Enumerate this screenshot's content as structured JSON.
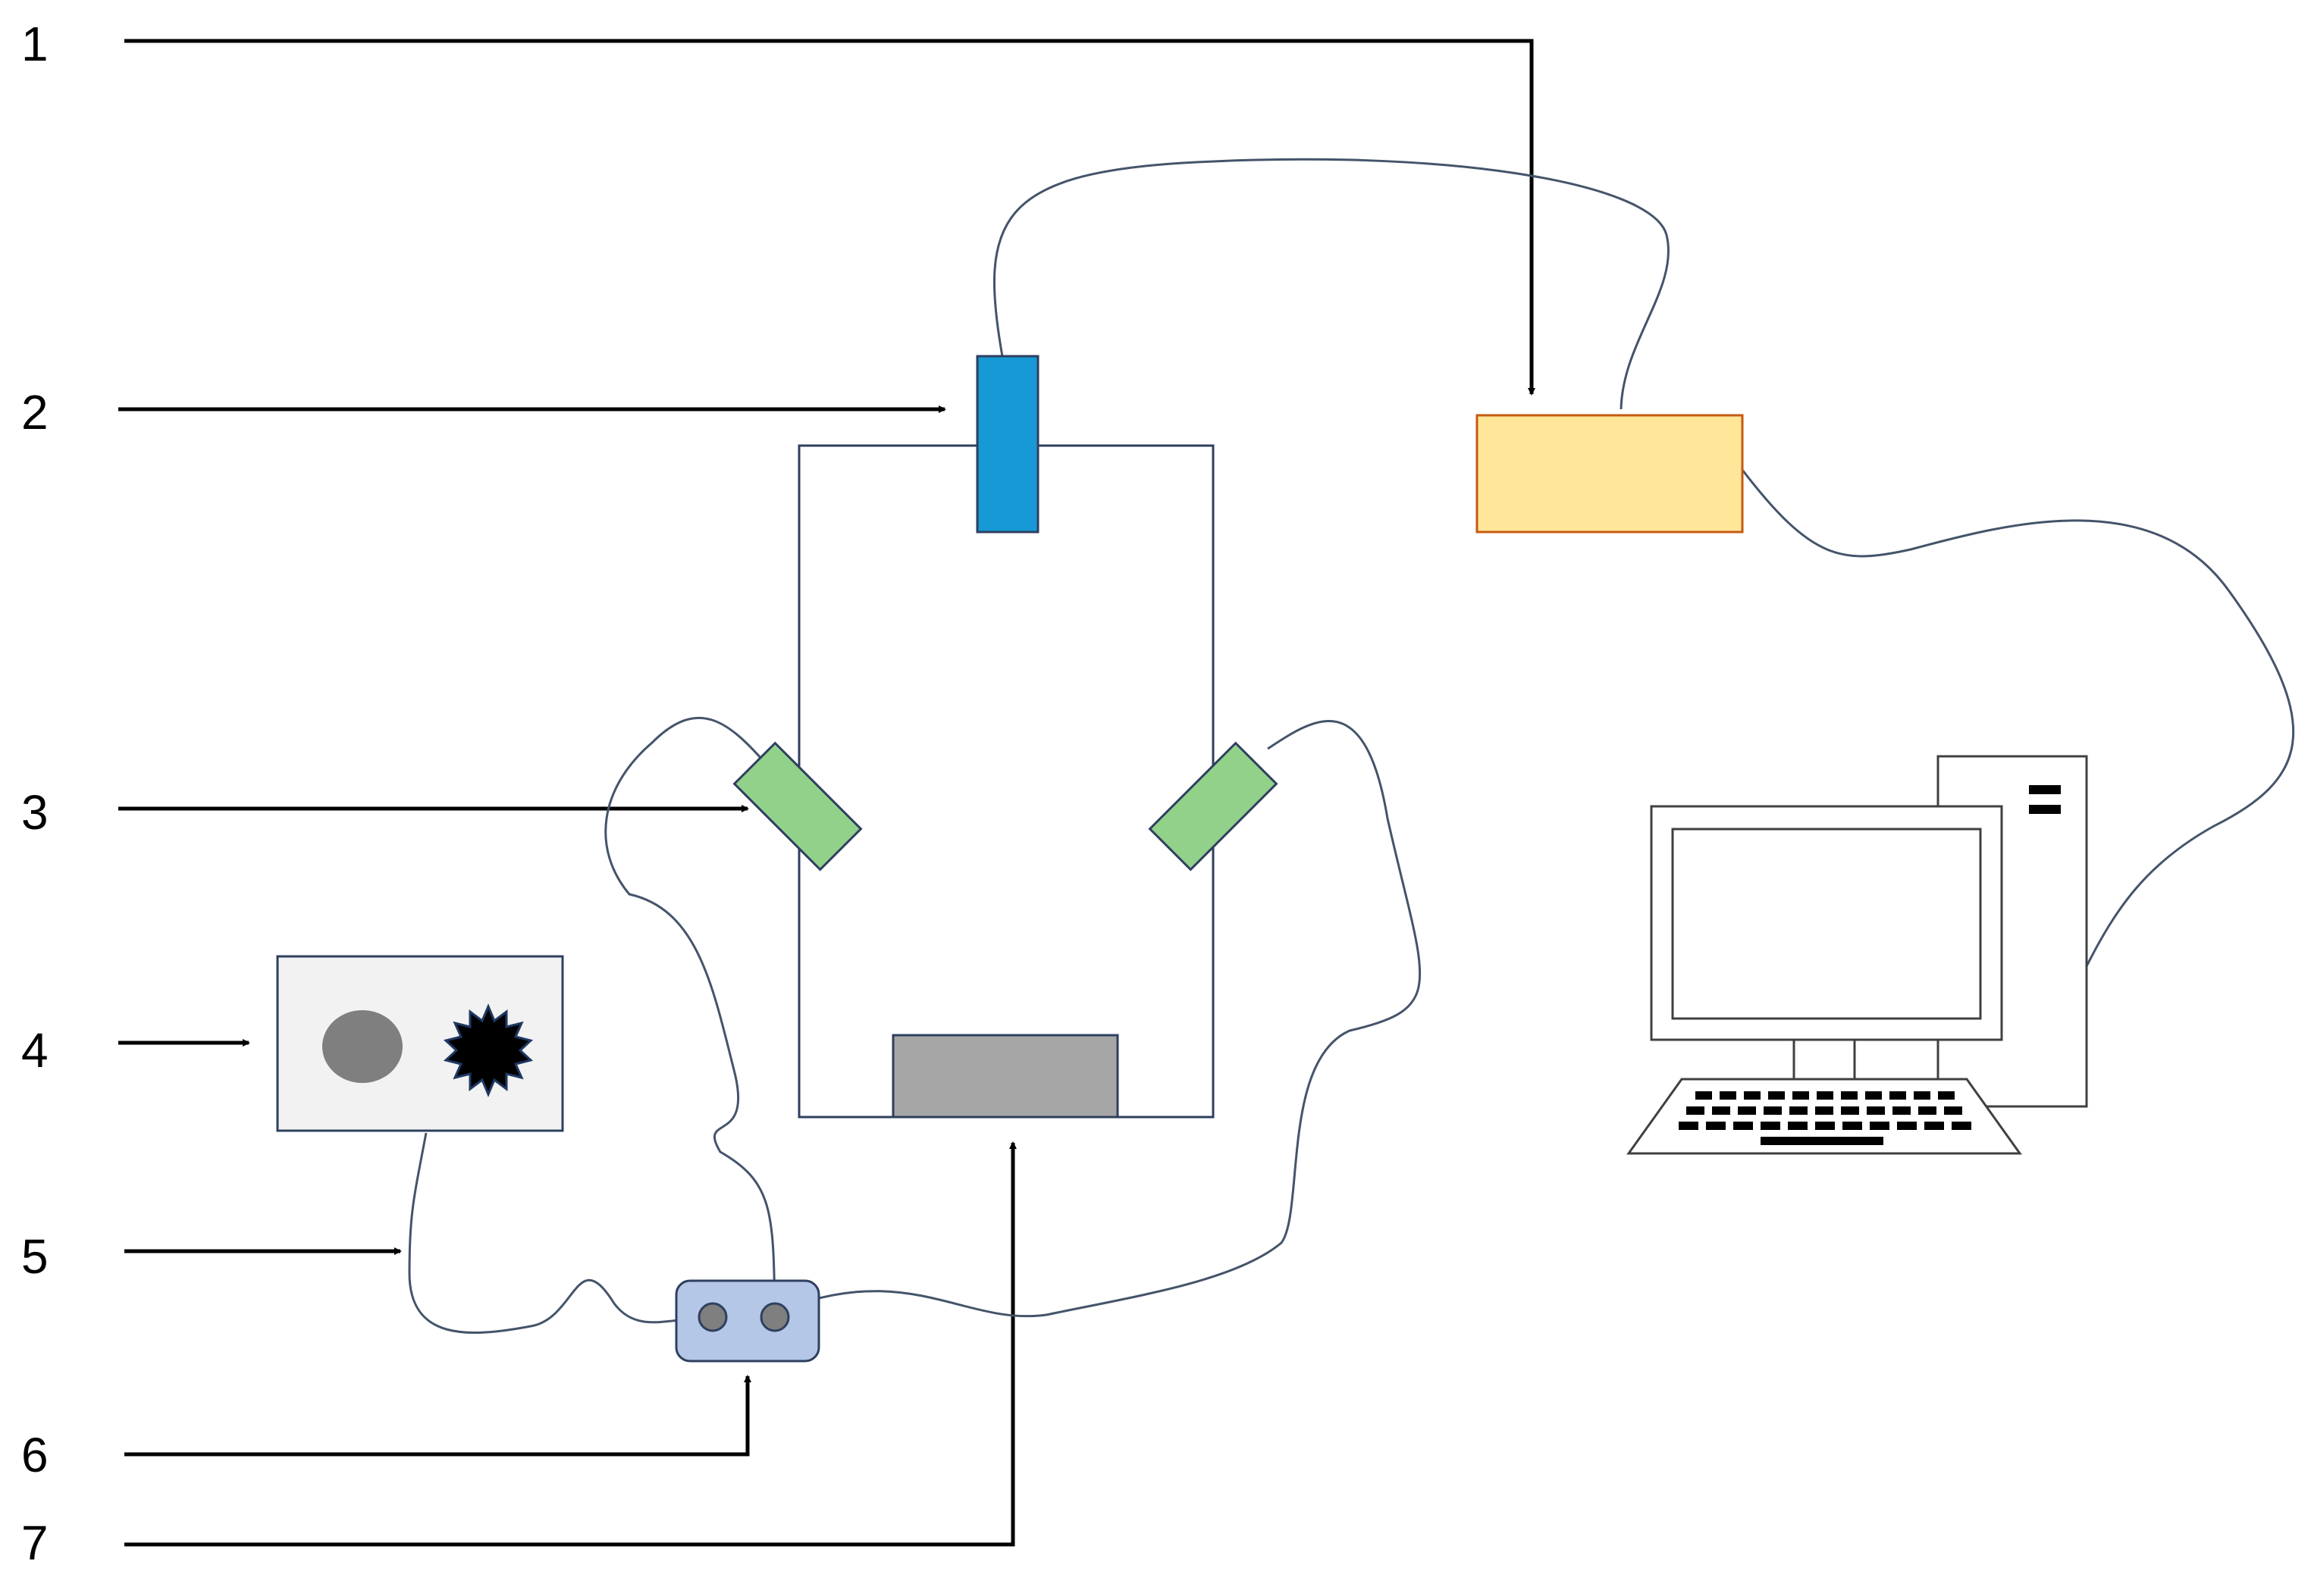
{
  "labels": [
    {
      "id": "1",
      "text": "1"
    },
    {
      "id": "2",
      "text": "2"
    },
    {
      "id": "3",
      "text": "3"
    },
    {
      "id": "4",
      "text": "4"
    },
    {
      "id": "5",
      "text": "5"
    },
    {
      "id": "6",
      "text": "6"
    },
    {
      "id": "7",
      "text": "7"
    }
  ],
  "colors": {
    "top_sensor": "#1799d6",
    "side_sensors": "#92d18a",
    "amplifier_box": "#ffe699",
    "amplifier_border": "#c55a11",
    "source_box": "#f2f2f2",
    "source_dot": "#7f7f7f",
    "connector_box": "#b4c7e7",
    "connector_port": "#7f7f7f",
    "base_block": "#a6a6a6",
    "outline": "#2f3f5f",
    "wire": "#44546a",
    "leader_lines": "#000000"
  },
  "icons": {
    "computer": "desktop-computer-icon",
    "starburst": "starburst-icon"
  }
}
